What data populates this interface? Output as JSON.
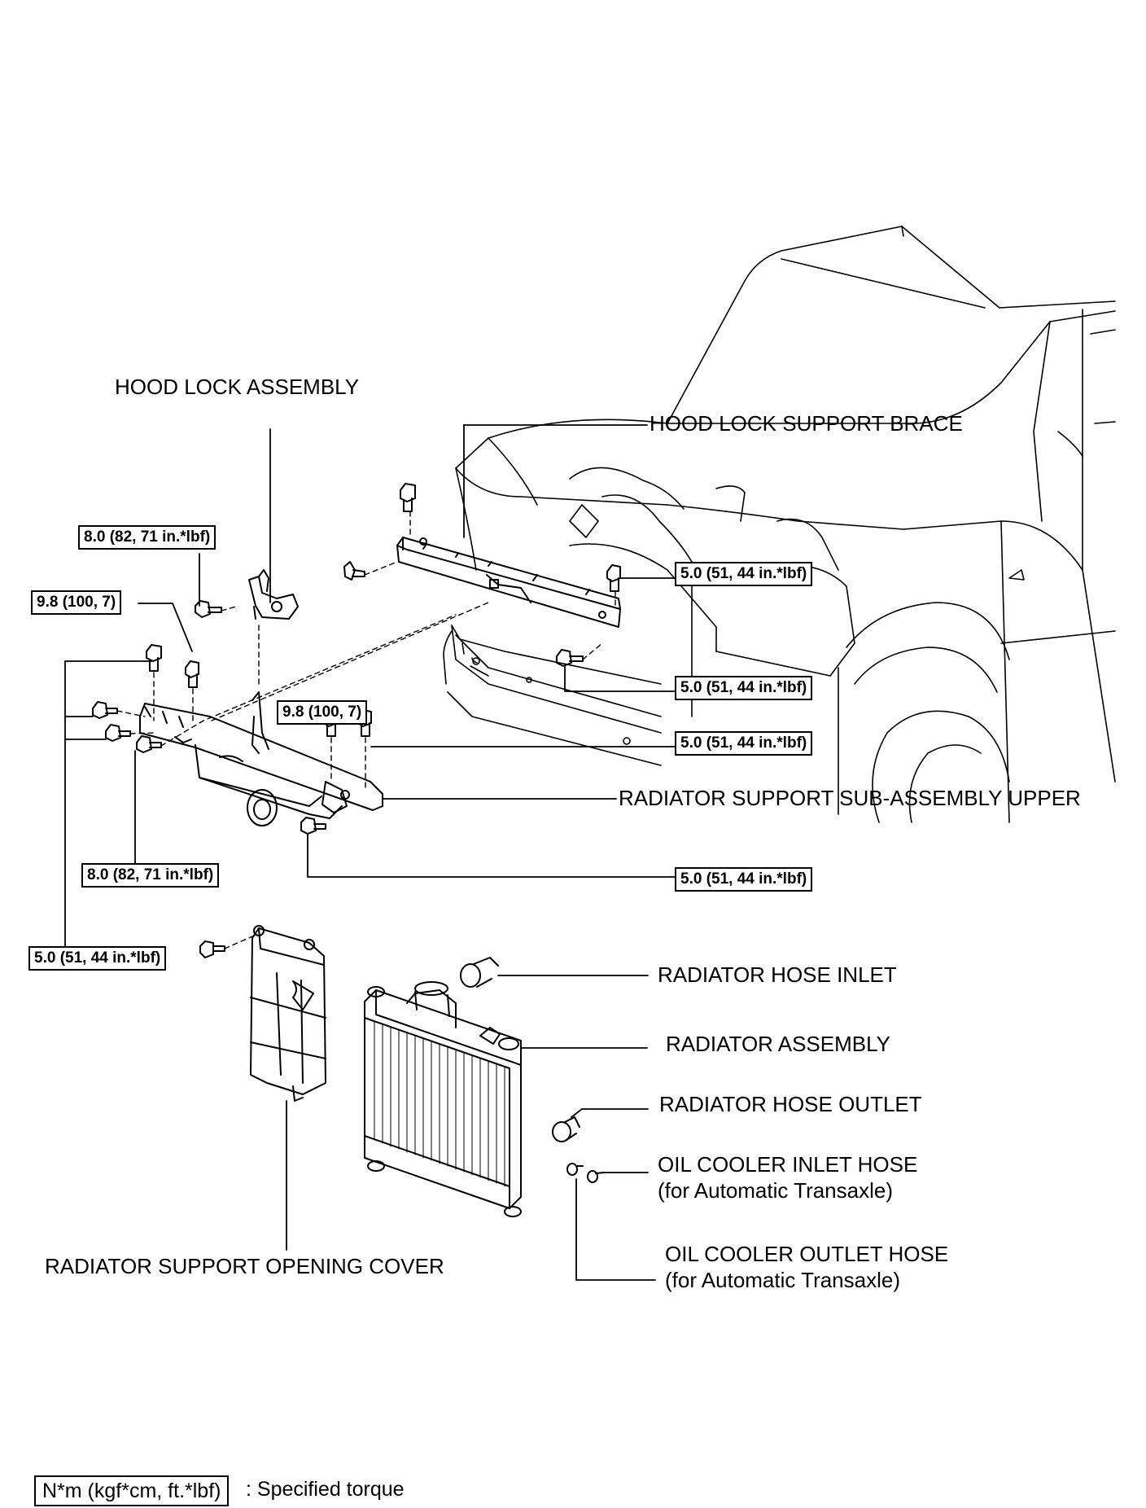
{
  "labels": {
    "hood_lock_assembly": "HOOD LOCK ASSEMBLY",
    "hood_lock_support_brace": "HOOD LOCK SUPPORT BRACE",
    "radiator_support_sub_assembly_upper": "RADIATOR SUPPORT SUB-ASSEMBLY UPPER",
    "radiator_hose_inlet": "RADIATOR HOSE INLET",
    "radiator_assembly": "RADIATOR ASSEMBLY",
    "radiator_hose_outlet": "RADIATOR HOSE OUTLET",
    "oil_cooler_inlet_hose": "OIL COOLER INLET HOSE",
    "oil_cooler_inlet_hose_note": "(for Automatic Transaxle)",
    "oil_cooler_outlet_hose": "OIL COOLER OUTLET HOSE",
    "oil_cooler_outlet_hose_note": "(for Automatic Transaxle)",
    "radiator_support_opening_cover": "RADIATOR SUPPORT OPENING COVER"
  },
  "torques": {
    "hood_lock_bolt": "8.0 (82, 71 in.*lbf)",
    "upper_left_bolt": "9.8 (100, 7)",
    "brace_top_bolt": "5.0 (51, 44 in.*lbf)",
    "brace_lower_bolt": "5.0 (51, 44 in.*lbf)",
    "center_bolt_a": "9.8 (100, 7)",
    "center_bolt_b": "5.0 (51, 44 in.*lbf)",
    "side_bolt_lower": "8.0 (82, 71 in.*lbf)",
    "support_lower_bolt": "5.0 (51, 44 in.*lbf)",
    "cover_bolt": "5.0 (51, 44 in.*lbf)"
  },
  "legend": {
    "unit_box": "N*m (kgf*cm, ft.*lbf)",
    "description": ": Specified torque"
  }
}
